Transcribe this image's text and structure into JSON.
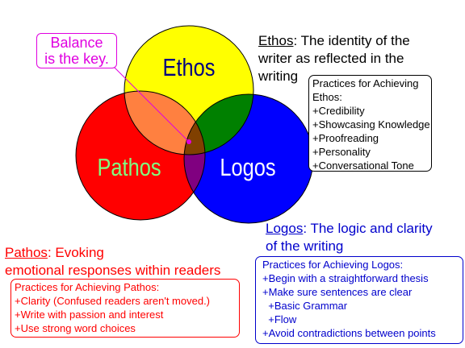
{
  "colors": {
    "ethos_circle": "#ffff00",
    "pathos_circle": "#ff0000",
    "logos_circle": "#0000ff",
    "ethos_pathos_overlap": "#ff8040",
    "ethos_logos_overlap": "#008000",
    "pathos_logos_overlap": "#800080",
    "center_overlap": "#804000",
    "pathos_accent": "#ff0000",
    "logos_accent": "#0000cc",
    "balance_accent": "#e000e0",
    "ethos_label_color": "#000080",
    "pathos_label_color": "#80ff80",
    "logos_label_color": "#ffffff"
  },
  "venn": {
    "ethos_label": "Ethos",
    "pathos_label": "Pathos",
    "logos_label": "Logos"
  },
  "balance": {
    "line1": "Balance",
    "line2": "is the key."
  },
  "ethos": {
    "term": "Ethos",
    "heading_rest_line1": ": The identity of the",
    "heading_line2": "writer as reflected in the",
    "heading_line3": "writing",
    "practices": [
      "Practices for Achieving",
      "Ethos:",
      "+Credibility",
      "+Showcasing Knowledge",
      "+Proofreading",
      "+Personality",
      "+Conversational Tone"
    ]
  },
  "logos": {
    "term": "Logos",
    "heading_rest_line1": ": The logic and clarity",
    "heading_line2": "of the writing",
    "practices": [
      "Practices for Achieving Logos:",
      "+Begin with a straightforward thesis",
      "+Make sure sentences are clear",
      "  +Basic Grammar",
      "  +Flow",
      "+Avoid contradictions between points"
    ]
  },
  "pathos": {
    "term": "Pathos",
    "heading_rest_line1": ": Evoking",
    "heading_line2": "emotional responses within readers",
    "practices": [
      "Practices for Achieving Pathos:",
      "+Clarity (Confused readers aren't moved.)",
      "+Write with passion and interest",
      "+Use strong word choices"
    ]
  }
}
